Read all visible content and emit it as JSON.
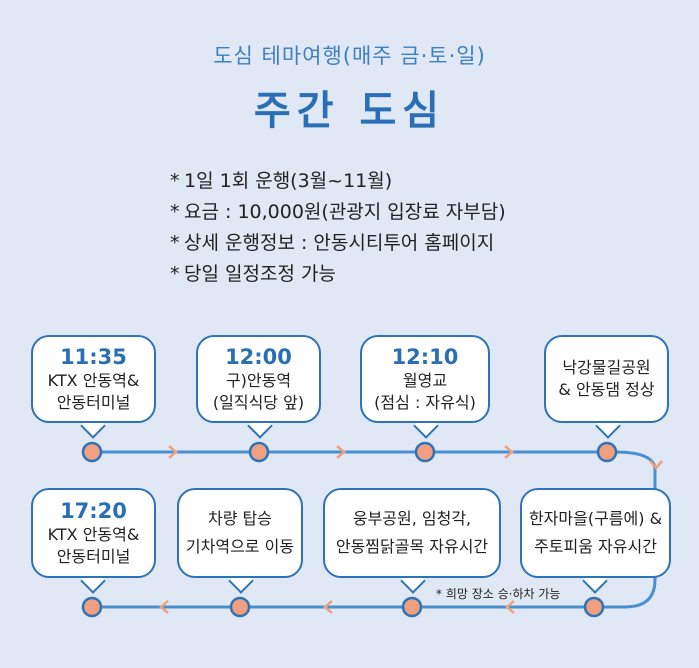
{
  "header": {
    "subtitle": "도심 테마여행(매주 금·토·일)",
    "title": "주간 도심"
  },
  "info": [
    "1일 1회 운행(3월~11월)",
    "요금 : 10,000원(관광지 입장료 자부담)",
    "상세 운행정보 : 안동시티투어 홈페이지",
    "당일 일정조정 가능"
  ],
  "stops_top": [
    {
      "time": "11:35",
      "lines": [
        "KTX 안동역&",
        "안동터미널"
      ]
    },
    {
      "time": "12:00",
      "lines": [
        "구)안동역",
        "(일직식당 앞)"
      ]
    },
    {
      "time": "12:10",
      "lines": [
        "월영교",
        "(점심 : 자유식)"
      ]
    },
    {
      "time": "",
      "lines": [
        "낙강물길공원",
        "& 안동댐 정상"
      ]
    }
  ],
  "stops_bottom": [
    {
      "time": "17:20",
      "lines": [
        "KTX 안동역&",
        "안동터미널"
      ]
    },
    {
      "time": "",
      "lines": [
        "차량 탑승",
        "기차역으로 이동"
      ]
    },
    {
      "time": "",
      "lines": [
        "웅부공원, 임청각,",
        "안동찜닭골목 자유시간"
      ]
    },
    {
      "time": "",
      "lines": [
        "한자마을(구름에) &",
        "주토피움 자유시간"
      ]
    }
  ],
  "note": "* 희망 장소 승·하차 가능",
  "colors": {
    "background": "#dfe8f4",
    "accent": "#2a6fb6",
    "track": "#4a90d0",
    "dot": "#f0a080",
    "arrow": "#f0a080"
  }
}
